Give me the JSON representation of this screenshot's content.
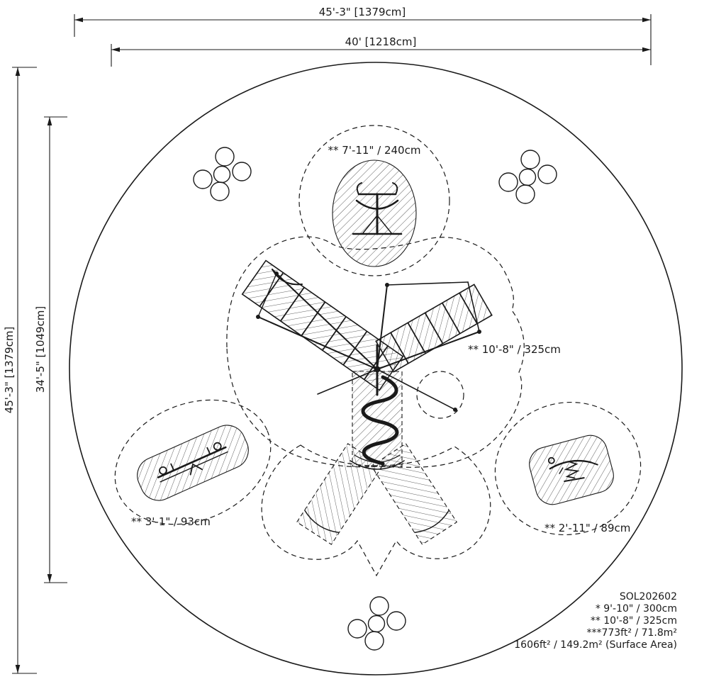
{
  "drawing": {
    "background": "#ffffff",
    "ink": "#1a1a1a",
    "dimensions": {
      "top_outer": "45'-3\" [1379cm]",
      "top_inner": "40' [1218cm]",
      "left_outer": "45'-3\" [1379cm]",
      "left_inner": "34'-5\" [1049cm]"
    },
    "clearance_labels": {
      "spinner": "** 7'-11\" / 240cm",
      "net_climber": "** 10'-8\" / 325cm",
      "teeter": "** 3'-1\" / 93cm",
      "spring_rider": "** 2'-11\" / 89cm"
    },
    "title_block": {
      "model": "SOL202602",
      "note_1": "* 9'-10\" / 300cm",
      "note_2": "** 10'-8\" / 325cm",
      "note_3": "***773ft² / 71.8m²",
      "note_4": "1606ft² / 149.2m² (Surface Area)"
    }
  }
}
